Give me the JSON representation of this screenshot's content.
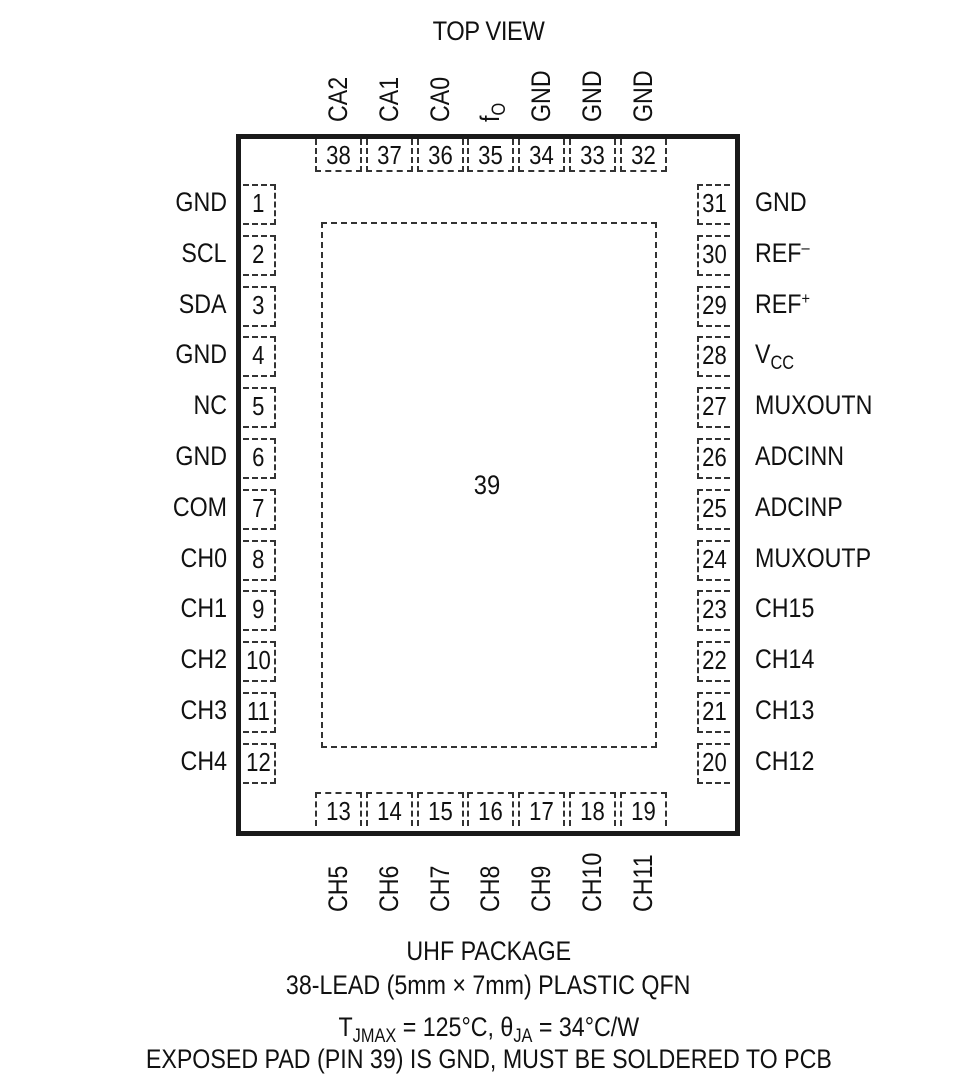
{
  "title": "TOP VIEW",
  "package": {
    "exposed_pad_number": "39",
    "outline_color": "#1a1a1a",
    "pin_count": 38
  },
  "pins": {
    "left": [
      {
        "number": "1",
        "name": "GND"
      },
      {
        "number": "2",
        "name": "SCL"
      },
      {
        "number": "3",
        "name": "SDA"
      },
      {
        "number": "4",
        "name": "GND"
      },
      {
        "number": "5",
        "name": "NC"
      },
      {
        "number": "6",
        "name": "GND"
      },
      {
        "number": "7",
        "name": "COM"
      },
      {
        "number": "8",
        "name": "CH0"
      },
      {
        "number": "9",
        "name": "CH1"
      },
      {
        "number": "10",
        "name": "CH2"
      },
      {
        "number": "11",
        "name": "CH3"
      },
      {
        "number": "12",
        "name": "CH4"
      }
    ],
    "bottom": [
      {
        "number": "13",
        "name": "CH5"
      },
      {
        "number": "14",
        "name": "CH6"
      },
      {
        "number": "15",
        "name": "CH7"
      },
      {
        "number": "16",
        "name": "CH8"
      },
      {
        "number": "17",
        "name": "CH9"
      },
      {
        "number": "18",
        "name": "CH10"
      },
      {
        "number": "19",
        "name": "CH11"
      }
    ],
    "right": [
      {
        "number": "20",
        "name": "CH12"
      },
      {
        "number": "21",
        "name": "CH13"
      },
      {
        "number": "22",
        "name": "CH14"
      },
      {
        "number": "23",
        "name": "CH15"
      },
      {
        "number": "24",
        "name": "MUXOUTP"
      },
      {
        "number": "25",
        "name": "ADCINP"
      },
      {
        "number": "26",
        "name": "ADCINN"
      },
      {
        "number": "27",
        "name": "MUXOUTN"
      },
      {
        "number": "28",
        "name": "V",
        "sub": "CC"
      },
      {
        "number": "29",
        "name": "REF",
        "sup": "+"
      },
      {
        "number": "30",
        "name": "REF",
        "sup": "–"
      },
      {
        "number": "31",
        "name": "GND"
      }
    ],
    "top": [
      {
        "number": "32",
        "name": "GND"
      },
      {
        "number": "33",
        "name": "GND"
      },
      {
        "number": "34",
        "name": "GND"
      },
      {
        "number": "35",
        "name": "f",
        "sub": "O"
      },
      {
        "number": "36",
        "name": "CA0"
      },
      {
        "number": "37",
        "name": "CA1"
      },
      {
        "number": "38",
        "name": "CA2"
      }
    ]
  },
  "caption": {
    "line1": "UHF PACKAGE",
    "line2": "38-LEAD (5mm × 7mm) PLASTIC QFN",
    "line3": {
      "t": "T",
      "t_sub": "JMAX",
      "t_val": " = 125°C, ",
      "theta": "θ",
      "theta_sub": "JA",
      "theta_val": " = 34°C/W"
    },
    "line4": "EXPOSED PAD (PIN 39) IS GND, MUST BE SOLDERED TO PCB"
  }
}
